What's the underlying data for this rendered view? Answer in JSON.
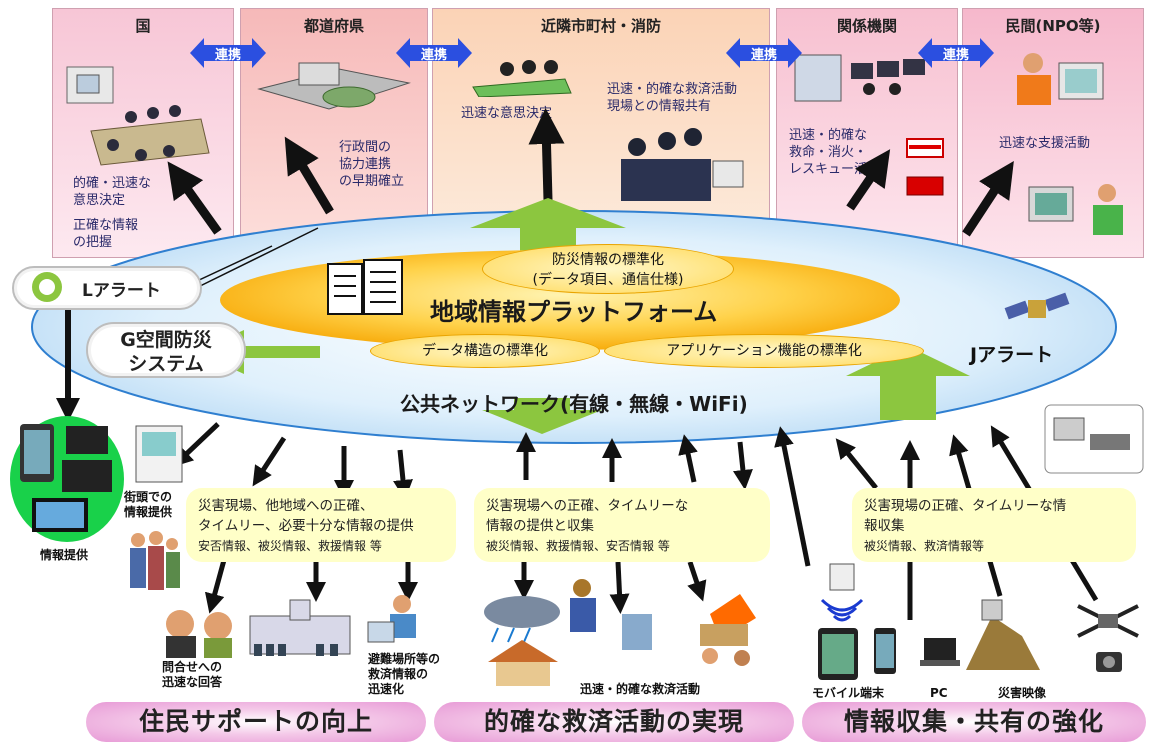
{
  "panels": [
    {
      "title": "国",
      "captions": [
        "的確・迅速な",
        "意思決定",
        "正確な情報",
        "の把握"
      ]
    },
    {
      "title": "都道府県",
      "captions": [
        "行政間の",
        "協力連携",
        "の早期確立"
      ]
    },
    {
      "title": "近隣市町村・消防",
      "captions": [
        "迅速な意思決定",
        "迅速・的確な救済活動",
        "現場との情報共有"
      ]
    },
    {
      "title": "関係機関",
      "captions": [
        "迅速・的確な",
        "救命・消火・",
        "レスキュー活動"
      ]
    },
    {
      "title": "民間(NPO等)",
      "captions": [
        "迅速な支援活動"
      ]
    }
  ],
  "links": [
    "連携",
    "連携",
    "連携",
    "連携"
  ],
  "platform": {
    "title": "地域情報プラットフォーム",
    "std_top_1": "防災情報の標準化",
    "std_top_2": "(データ項目、通信仕様)",
    "std_left": "データ構造の標準化",
    "std_right": "アプリケーション機能の標準化",
    "network": "公共ネットワーク(有線・無線・WiFi)"
  },
  "systems": {
    "l_alert": "Lアラート",
    "g_space_1": "G空間防災",
    "g_space_2": "システム",
    "j_alert": "Jアラート"
  },
  "boxes": [
    {
      "lines": [
        "災害現場、他地域への正確、",
        "タイムリー、必要十分な情報の提供"
      ],
      "sub": "安否情報、被災情報、救援情報 等"
    },
    {
      "lines": [
        "災害現場への正確、タイムリーな",
        "情報の提供と収集"
      ],
      "sub": "被災情報、救援情報、安否情報 等"
    },
    {
      "lines": [
        "災害現場の正確、タイムリーな情",
        "報収集"
      ],
      "sub": "被災情報、救済情報等"
    }
  ],
  "labels": {
    "info_provision": "情報提供",
    "street_1": "街頭での",
    "street_2": "情報提供",
    "inquiry_1": "問合せへの",
    "inquiry_2": "迅速な回答",
    "shelter_1": "避難場所等の",
    "shelter_2": "救済情報の",
    "shelter_3": "迅速化",
    "rescue": "迅速・的確な救済活動",
    "mobile": "モバイル端末",
    "pc": "PC",
    "video": "災害映像"
  },
  "bottom": [
    "住民サポートの向上",
    "的確な救済活動の実現",
    "情報収集・共有の強化"
  ],
  "colors": {
    "panel_gov": "#f6c2d2",
    "panel_city": "#fbd9c2",
    "ellipse": "#cfe8fb",
    "platform": "#ffc21a",
    "link_arrow": "#2b4fe0",
    "green_arrow": "#8cc63f"
  }
}
